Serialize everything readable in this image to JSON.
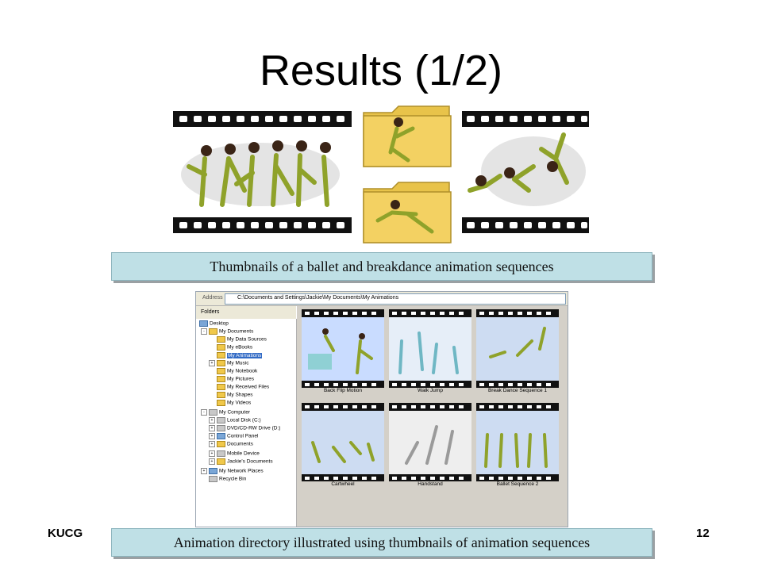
{
  "slide": {
    "title": "Results (1/2)",
    "caption_top": "Thumbnails of a ballet and breakdance animation sequences",
    "caption_bottom": "Animation directory illustrated using thumbnails of animation sequences",
    "footer_left": "KUCG",
    "page_number": "12"
  },
  "explorer": {
    "address_label": "Address",
    "address_value": "C:\\Documents and Settings\\Jackie\\My Documents\\My Animations",
    "folders_label": "Folders",
    "tree": [
      {
        "label": "Desktop"
      },
      {
        "label": "My Documents"
      },
      {
        "label": "My Data Sources"
      },
      {
        "label": "My eBooks"
      },
      {
        "label": "My Animations"
      },
      {
        "label": "My Music"
      },
      {
        "label": "My Notebook"
      },
      {
        "label": "My Pictures"
      },
      {
        "label": "My Received Files"
      },
      {
        "label": "My Shapes"
      },
      {
        "label": "My Videos"
      },
      {
        "label": "My Computer"
      },
      {
        "label": "Local Disk (C:)"
      },
      {
        "label": "DVD/CD-RW Drive (D:)"
      },
      {
        "label": "Control Panel"
      },
      {
        "label": "Documents"
      },
      {
        "label": "Mobile Device"
      },
      {
        "label": "Jackie's Documents"
      },
      {
        "label": "My Network Places"
      },
      {
        "label": "Recycle Bin"
      }
    ],
    "thumbnails": [
      {
        "label": "Back Flip Motion"
      },
      {
        "label": "Walk Jump"
      },
      {
        "label": "Break Dance Sequence 1"
      },
      {
        "label": "Cartwheel"
      },
      {
        "label": "Handstand"
      },
      {
        "label": "Ballet Sequence 2"
      }
    ]
  },
  "colors": {
    "caption_bg": "#bfe0e6",
    "folder_yellow": "#f0c84a",
    "figure_green": "#9cae2c",
    "selection_blue": "#316ac5"
  }
}
